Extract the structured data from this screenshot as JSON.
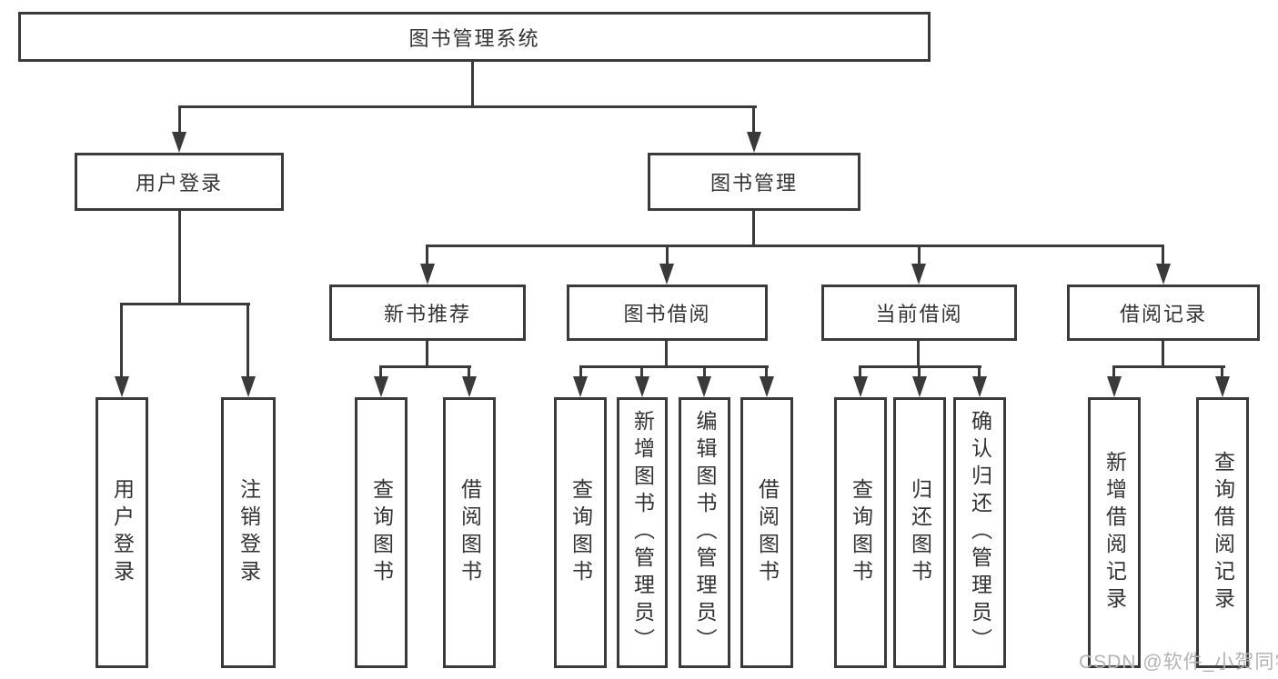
{
  "tree": {
    "label": "图书管理系统",
    "children": [
      {
        "label": "用户登录",
        "children": [
          {
            "label": "用户登录"
          },
          {
            "label": "注销登录"
          }
        ]
      },
      {
        "label": "图书管理",
        "children": [
          {
            "label": "新书推荐",
            "children": [
              {
                "label": "查询图书"
              },
              {
                "label": "借阅图书"
              }
            ]
          },
          {
            "label": "图书借阅",
            "children": [
              {
                "label": "查询图书"
              },
              {
                "label": "新增图书（管理员）"
              },
              {
                "label": "编辑图书（管理员）"
              },
              {
                "label": "借阅图书"
              }
            ]
          },
          {
            "label": "当前借阅",
            "children": [
              {
                "label": "查询图书"
              },
              {
                "label": "归还图书"
              },
              {
                "label": "确认归还（管理员）"
              }
            ]
          },
          {
            "label": "借阅记录",
            "children": [
              {
                "label": "新增借阅记录"
              },
              {
                "label": "查询借阅记录"
              }
            ]
          }
        ]
      }
    ]
  },
  "watermark": {
    "text": "CSDN @软件_小贺同学"
  },
  "colors": {
    "line": "#3a3a3a",
    "text": "#333333",
    "watermark": "#b3b3b3",
    "background": "#ffffff"
  }
}
